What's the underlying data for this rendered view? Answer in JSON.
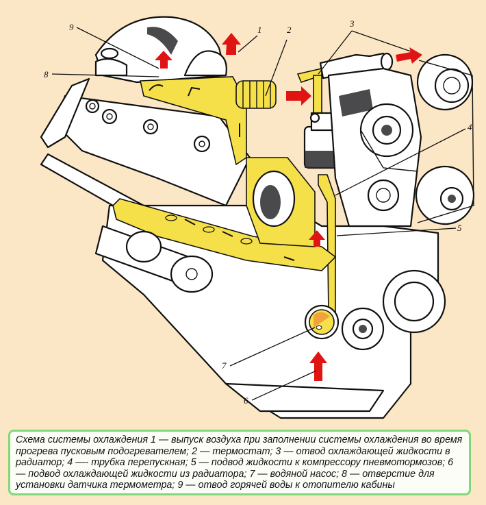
{
  "figure": {
    "title": "Схема системы охлаждения",
    "callouts": [
      {
        "number": "1",
        "label": "1"
      },
      {
        "number": "2",
        "label": "2"
      },
      {
        "number": "3",
        "label": "3"
      },
      {
        "number": "4",
        "label": "4"
      },
      {
        "number": "5",
        "label": "5"
      },
      {
        "number": "6",
        "label": "6"
      },
      {
        "number": "7",
        "label": "7"
      },
      {
        "number": "8",
        "label": "8"
      },
      {
        "number": "9",
        "label": "9"
      }
    ],
    "colors": {
      "background": "#fbe6c6",
      "coolant": "#f5e04a",
      "coolant_hot": "#f2a23a",
      "flow_arrow": "#e11414",
      "caption_border": "#7fd87a"
    }
  },
  "caption": {
    "text": "Схема системы охлаждения 1 — выпуск воздуха при заполнении системы охлаждения во время прогрева пусковым подогревателем; 2 — термостат; 3 — отвод охлаждающей жидкости в радиатор; 4 —- трубка перепускная; 5 — подвод жидкости к компрессору пневмотормозов; 6 — подвод охлаждающей жидкости из радиатора; 7 — водяной насос; 8 — отверстие для установки датчика термометра; 9 — отвод горячей воды к отопителю кабины",
    "legend": [
      {
        "number": "1",
        "description": "выпуск воздуха при заполнении системы охлаждения во время прогрева пусковым подогревателем"
      },
      {
        "number": "2",
        "description": "термостат"
      },
      {
        "number": "3",
        "description": "отвод охлаждающей жидкости в радиатор"
      },
      {
        "number": "4",
        "description": "трубка перепускная"
      },
      {
        "number": "5",
        "description": "подвод жидкости к компрессору пневмотормозов"
      },
      {
        "number": "6",
        "description": "подвод охлаждающей жидкости из радиатора"
      },
      {
        "number": "7",
        "description": "водяной насос"
      },
      {
        "number": "8",
        "description": "отверстие для установки датчика термометра"
      },
      {
        "number": "9",
        "description": "отвод горячей воды к отопителю кабины"
      }
    ]
  }
}
